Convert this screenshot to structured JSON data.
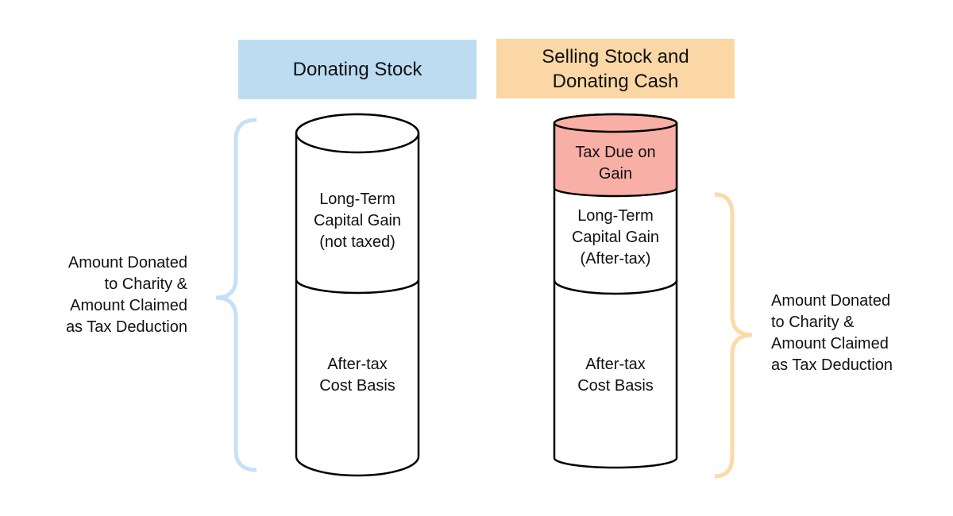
{
  "colors": {
    "header_blue": "#BCDCF1",
    "header_orange": "#FAD7A4",
    "tax_pink": "#F8AFA6",
    "brace_blue": "#C5E1F7",
    "brace_orange": "#FBDAA6",
    "cylinder_fill": "#FFFFFF",
    "outline": "#000000"
  },
  "scenario_donating_stock": {
    "title": "Donating Stock",
    "segments": {
      "capital_gain": "Long-Term\nCapital Gain\n(not taxed)",
      "cost_basis": "After-tax\nCost Basis"
    },
    "brace_label": "Amount Donated\nto Charity &\nAmount Claimed\nas Tax Deduction"
  },
  "scenario_selling_stock": {
    "title": "Selling Stock and\nDonating Cash",
    "segments": {
      "tax_due": "Tax Due on\nGain",
      "capital_gain": "Long-Term\nCapital Gain\n(After-tax)",
      "cost_basis": "After-tax\nCost Basis"
    },
    "brace_label": "Amount Donated\nto Charity &\nAmount Claimed\nas Tax Deduction"
  }
}
